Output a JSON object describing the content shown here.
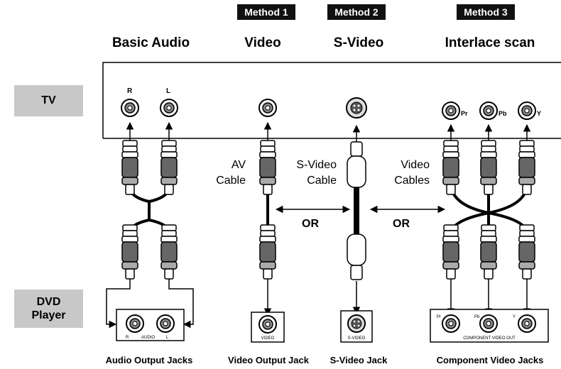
{
  "methods": [
    "Method 1",
    "Method 2",
    "Method 3"
  ],
  "headings": {
    "basic_audio": "Basic Audio",
    "video": "Video",
    "s_video": "S-Video",
    "interlace": "Interlace scan"
  },
  "devices": {
    "tv": "TV",
    "dvd": "DVD\nPlayer"
  },
  "tv_jacks": {
    "r": "R",
    "l": "L",
    "pr": "Pr",
    "pb": "Pb",
    "y": "Y"
  },
  "cable_labels": {
    "av": "AV\nCable",
    "svideo": "S-Video\nCable",
    "video": "Video\nCables"
  },
  "or_label": "OR",
  "panels": {
    "audio": "AUDIO",
    "audio_r": "R",
    "audio_l": "L",
    "video": "VIDEO",
    "svideo": "S-VIDEO",
    "component": "COMPONENT VIDEO OUT",
    "comp_pr": "Pr",
    "comp_pb": "Pb",
    "comp_y": "Y"
  },
  "captions": {
    "audio": "Audio Output Jacks",
    "video": "Video Output Jack",
    "svideo": "S-Video Jack",
    "component": "Component Video Jacks"
  },
  "colors": {
    "badge": "#111111",
    "side_box": "#c8c8c8",
    "line": "#000000"
  }
}
